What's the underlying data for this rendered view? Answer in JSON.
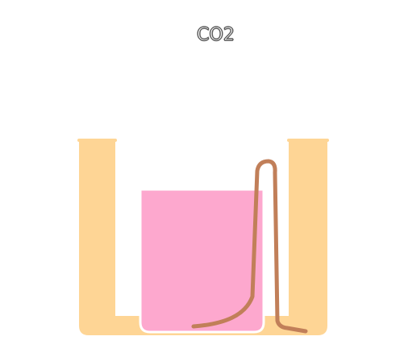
{
  "gas_label": "CO2",
  "colors": {
    "outer_container": "#FED595",
    "inner_beaker": "#FDA8CE",
    "beaker_rim": "#FFFFFF",
    "tube": "#C17F59"
  },
  "icons": {
    "outer_container": "u-shaped-trough",
    "inner_beaker": "beaker-with-pink-liquid",
    "tube": "bent-delivery-tube"
  }
}
